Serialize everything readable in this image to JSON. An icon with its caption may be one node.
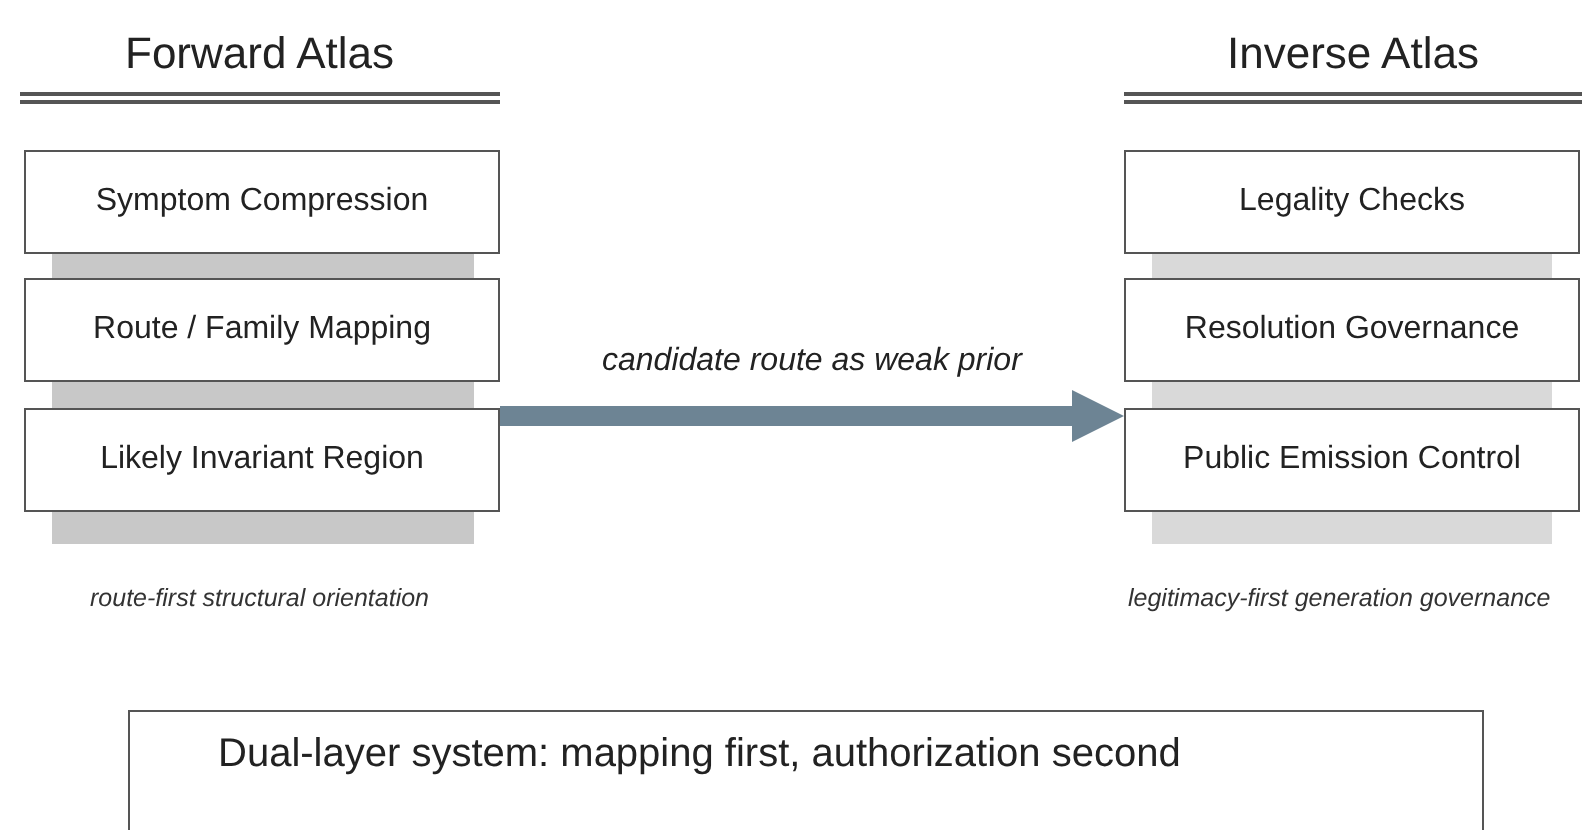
{
  "diagram": {
    "nodes": [
      {
        "text": [
          "Symptom Compression"
        ]
      },
      {
        "text": [
          "Route / Family Mapping"
        ]
      },
      {
        "text": [
          "Likely Invariant Region"
        ]
      },
      {
        "text": [
          "Legality Checks"
        ]
      },
      {
        "text": [
          "Resolution Governance"
        ]
      },
      {
        "text": [
          "Public Emission Control"
        ]
      },
      {
        "text": [
          "Dual-layer system: mapping first, authorization second"
        ]
      }
    ],
    "edges": [
      {
        "from": 2,
        "to": 5,
        "arrow": "to",
        "label": "candidate route as weak prior"
      }
    ],
    "labels": [
      "Forward Atlas",
      "Inverse Atlas",
      "route-first structural orientation",
      "legitimacy-first generation governance"
    ]
  }
}
